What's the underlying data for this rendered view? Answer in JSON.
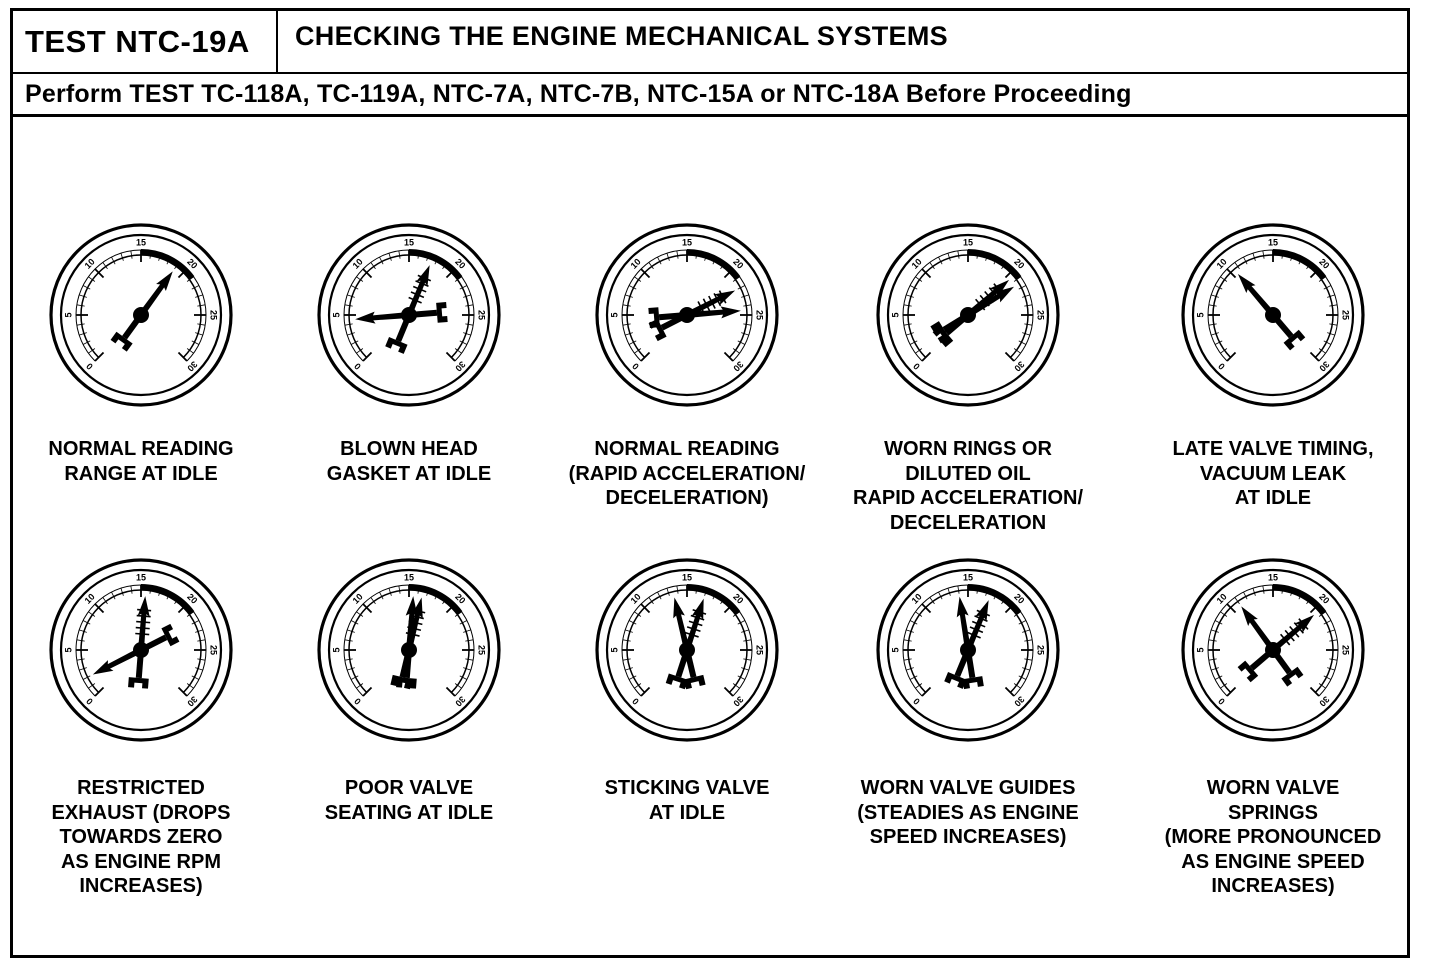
{
  "header": {
    "test_id": "TEST NTC-19A",
    "title": "CHECKING THE ENGINE MECHANICAL SYSTEMS",
    "prerequisite": "Perform TEST TC-118A, TC-119A, NTC-7A, NTC-7B, NTC-15A or NTC-18A Before Proceeding"
  },
  "gauge_scale": {
    "ticks": [
      "0",
      "5",
      "10",
      "15",
      "20",
      "25",
      "30"
    ]
  },
  "gauges": [
    {
      "caption_lines": [
        "NORMAL READING",
        "RANGE AT IDLE"
      ],
      "needles": [
        {
          "value": 19
        }
      ],
      "arc_from": 15,
      "arc_to": 21
    },
    {
      "caption_lines": [
        "BLOWN HEAD",
        "GASKET AT IDLE"
      ],
      "needles": [
        {
          "value": 4.5
        },
        {
          "value": 17.5
        }
      ],
      "arc_from": 15,
      "arc_to": 21
    },
    {
      "caption_lines": [
        "NORMAL READING",
        "(RAPID ACCELERATION/",
        "DECELERATION)"
      ],
      "needles": [
        {
          "value": 24.5
        },
        {
          "value": 22
        }
      ],
      "arc_from": 15,
      "arc_to": 21
    },
    {
      "caption_lines": [
        "WORN RINGS OR",
        "DILUTED OIL",
        "RAPID ACCELERATION/",
        "DECELERATION"
      ],
      "needles": [
        {
          "value": 21.5
        },
        {
          "value": 20.5
        }
      ],
      "arc_from": 15,
      "arc_to": 21
    },
    {
      "caption_lines": [
        "LATE VALVE TIMING,",
        "VACUUM LEAK",
        "AT IDLE"
      ],
      "needles": [
        {
          "value": 10.5
        }
      ],
      "arc_from": 15,
      "arc_to": 21
    },
    {
      "caption_lines": [
        "RESTRICTED",
        "EXHAUST (DROPS",
        "TOWARDS ZERO",
        "AS ENGINE RPM",
        "INCREASES)"
      ],
      "needles": [
        {
          "value": 2
        },
        {
          "value": 15.5
        }
      ],
      "arc_from": 15,
      "arc_to": 21
    },
    {
      "caption_lines": [
        "POOR VALVE",
        "SEATING AT IDLE"
      ],
      "needles": [
        {
          "value": 15.5
        },
        {
          "value": 16.5
        }
      ],
      "arc_from": 15,
      "arc_to": 21
    },
    {
      "caption_lines": [
        "STICKING VALVE",
        "AT IDLE"
      ],
      "needles": [
        {
          "value": 13.5
        },
        {
          "value": 17
        }
      ],
      "arc_from": 15,
      "arc_to": 21
    },
    {
      "caption_lines": [
        "WORN VALVE GUIDES",
        "(STEADIES AS ENGINE",
        "SPEED INCREASES)"
      ],
      "needles": [
        {
          "value": 14
        },
        {
          "value": 17.5
        }
      ],
      "arc_from": 15,
      "arc_to": 21
    },
    {
      "caption_lines": [
        "WORN VALVE",
        "SPRINGS",
        "(MORE PRONOUNCED",
        "AS ENGINE SPEED",
        "INCREASES)"
      ],
      "needles": [
        {
          "value": 11
        },
        {
          "value": 20.5
        }
      ],
      "arc_from": 15,
      "arc_to": 21
    }
  ]
}
